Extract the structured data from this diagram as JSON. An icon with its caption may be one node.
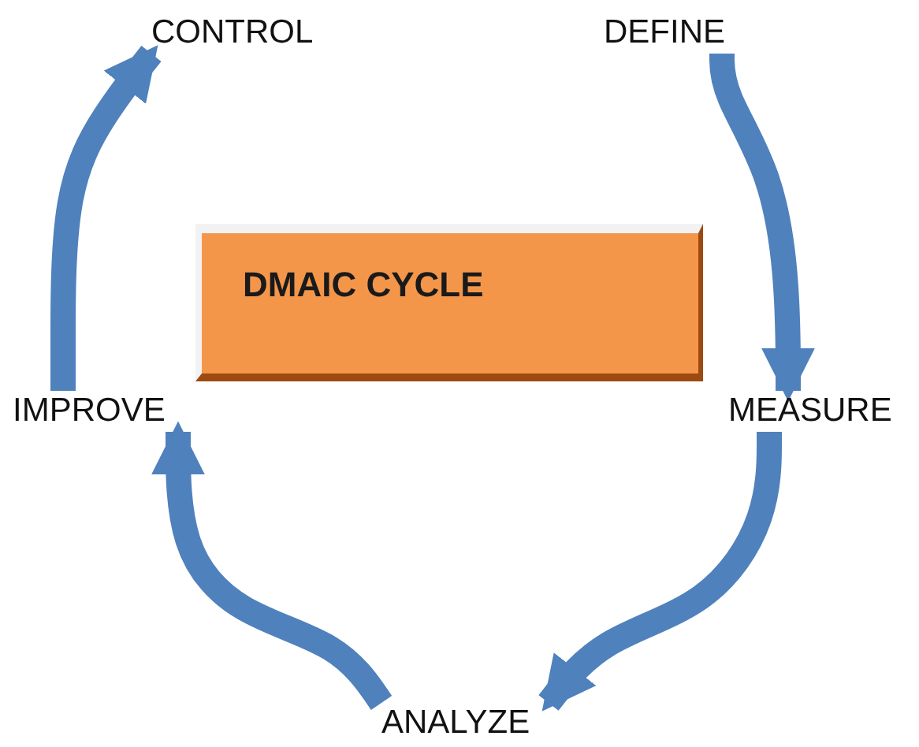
{
  "diagram": {
    "nodes": [
      {
        "text": [
          "CONTROL"
        ]
      },
      {
        "text": [
          "DEFINE"
        ]
      },
      {
        "text": [
          "DMAIC CYCLE"
        ]
      },
      {
        "text": [
          "IMPROVE"
        ]
      },
      {
        "text": [
          "MEASURE"
        ]
      },
      {
        "text": [
          "ANALYZE"
        ]
      }
    ],
    "edges": [
      {
        "from": 1,
        "to": 4,
        "arrow": "to"
      },
      {
        "from": 4,
        "to": 5,
        "arrow": "to"
      },
      {
        "from": 5,
        "to": 3,
        "arrow": "to"
      },
      {
        "from": 3,
        "to": 0,
        "arrow": "to"
      }
    ]
  }
}
